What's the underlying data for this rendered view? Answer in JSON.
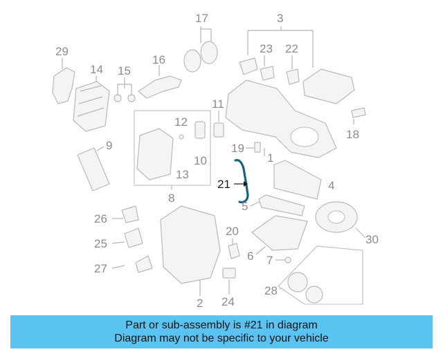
{
  "diagram": {
    "callouts": [
      "29",
      "14",
      "15",
      "16",
      "17",
      "3",
      "23",
      "22",
      "11",
      "12",
      "9",
      "10",
      "13",
      "8",
      "19",
      "1",
      "18",
      "21",
      "4",
      "5",
      "26",
      "20",
      "25",
      "27",
      "30",
      "6",
      "7",
      "28",
      "24",
      "2"
    ],
    "highlighted_callout": "21"
  },
  "banner": {
    "line1": "Part or sub-assembly is #21 in diagram",
    "line2": "Diagram may not be specific to your vehicle"
  },
  "colors": {
    "banner_background": "#5ac3f1",
    "highlight_part": "#2a7fa0",
    "line_art": "#b9b9b9",
    "callout_text": "#8c8c8c"
  }
}
